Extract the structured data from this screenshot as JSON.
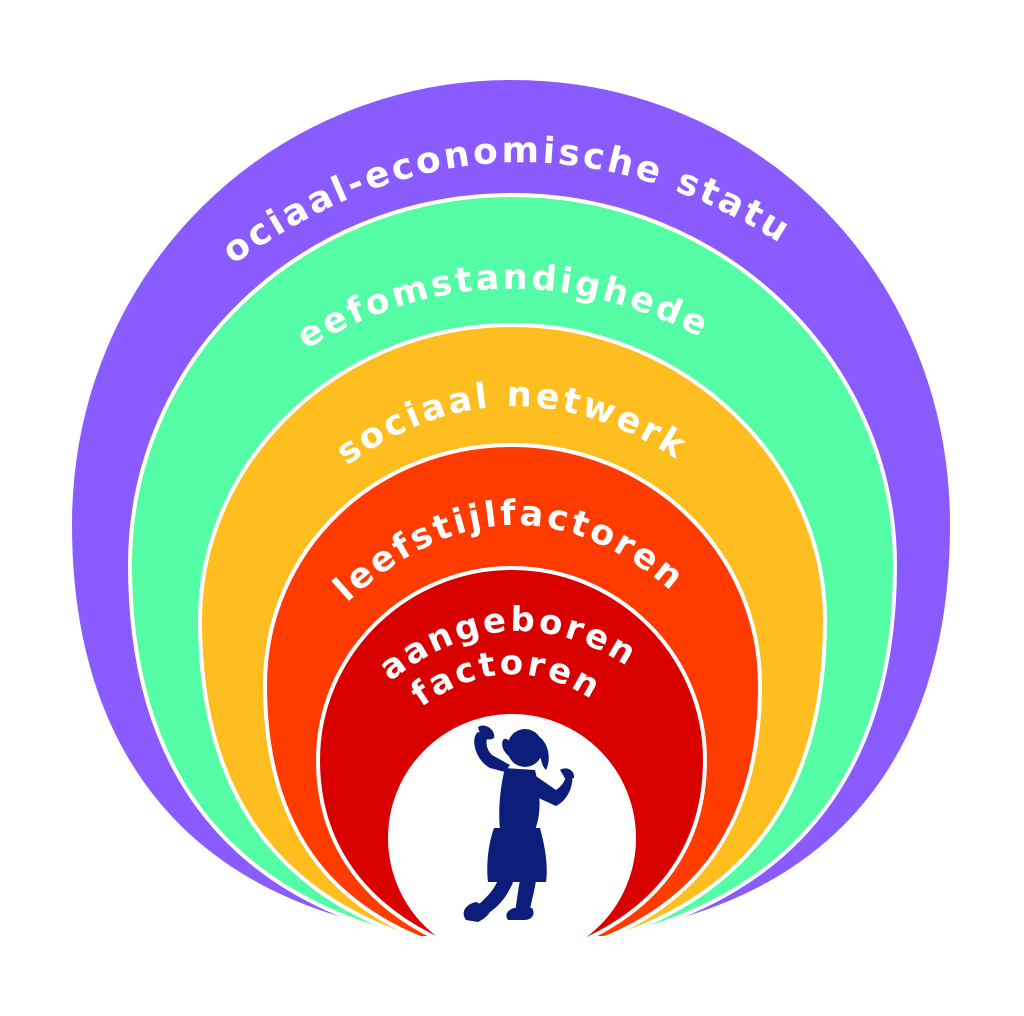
{
  "diagram": {
    "layers": [
      {
        "label": "sociaal-economische status",
        "color": "#8a5cff"
      },
      {
        "label": "leefomstandigheden",
        "color": "#55fca6"
      },
      {
        "label": "sociaal netwerk",
        "color": "#ffbe1f"
      },
      {
        "label": "leefstijlfactoren",
        "color": "#ff3b00"
      },
      {
        "label_line1": "aangeboren",
        "label_line2": "factoren",
        "color": "#d90000"
      }
    ],
    "center": {
      "color": "#ffffff",
      "figure": "child-silhouette-icon",
      "figure_color": "#0c1d7a"
    }
  }
}
